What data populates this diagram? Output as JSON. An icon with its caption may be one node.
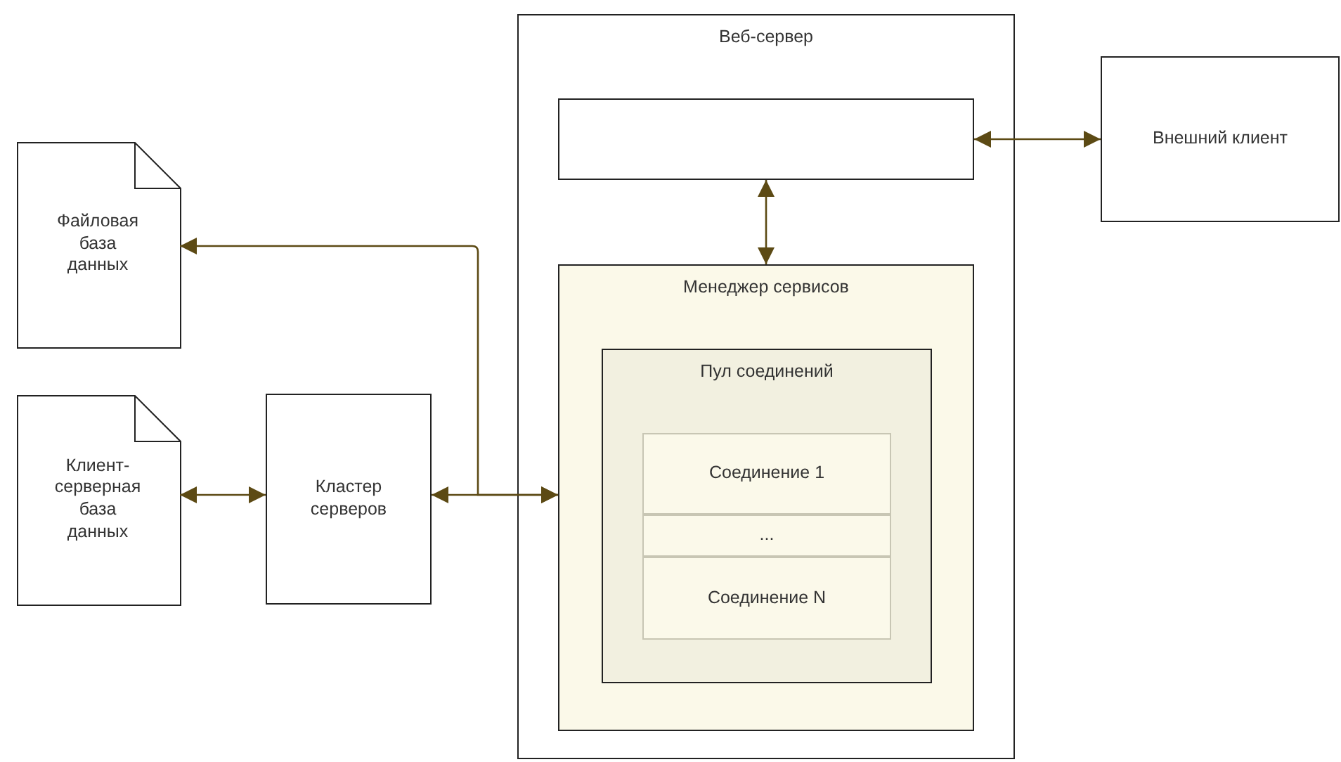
{
  "diagram": {
    "nodes": [
      {
        "text": [
          "Веб-сервер"
        ]
      },
      {
        "text": [],
        "shape": "box",
        "in": 0
      },
      {
        "text": [
          "Внешний клиент"
        ]
      },
      {
        "text": [
          "Файловая база данных"
        ]
      },
      {
        "text": [
          "Менеджер сервисов"
        ],
        "in": 0
      },
      {
        "text": [
          "Пул соединений"
        ],
        "in": 4
      },
      {
        "text": [
          "Соединение 1"
        ],
        "in": 5
      },
      {
        "text": [
          "..."
        ],
        "in": 5
      },
      {
        "text": [
          "Соединение N"
        ],
        "in": 5
      },
      {
        "text": [
          "Клиент-серверная база данных"
        ]
      },
      {
        "text": [
          "Кластер серверов"
        ]
      }
    ],
    "edges": [
      {
        "from": 1,
        "to": 2,
        "arrow": "both"
      },
      {
        "from": 1,
        "to": 4,
        "arrow": "both"
      },
      {
        "from": 4,
        "to": 3,
        "arrow": "both"
      },
      {
        "from": 9,
        "to": 10,
        "arrow": "both"
      },
      {
        "from": 10,
        "to": 4,
        "arrow": "both"
      }
    ]
  }
}
